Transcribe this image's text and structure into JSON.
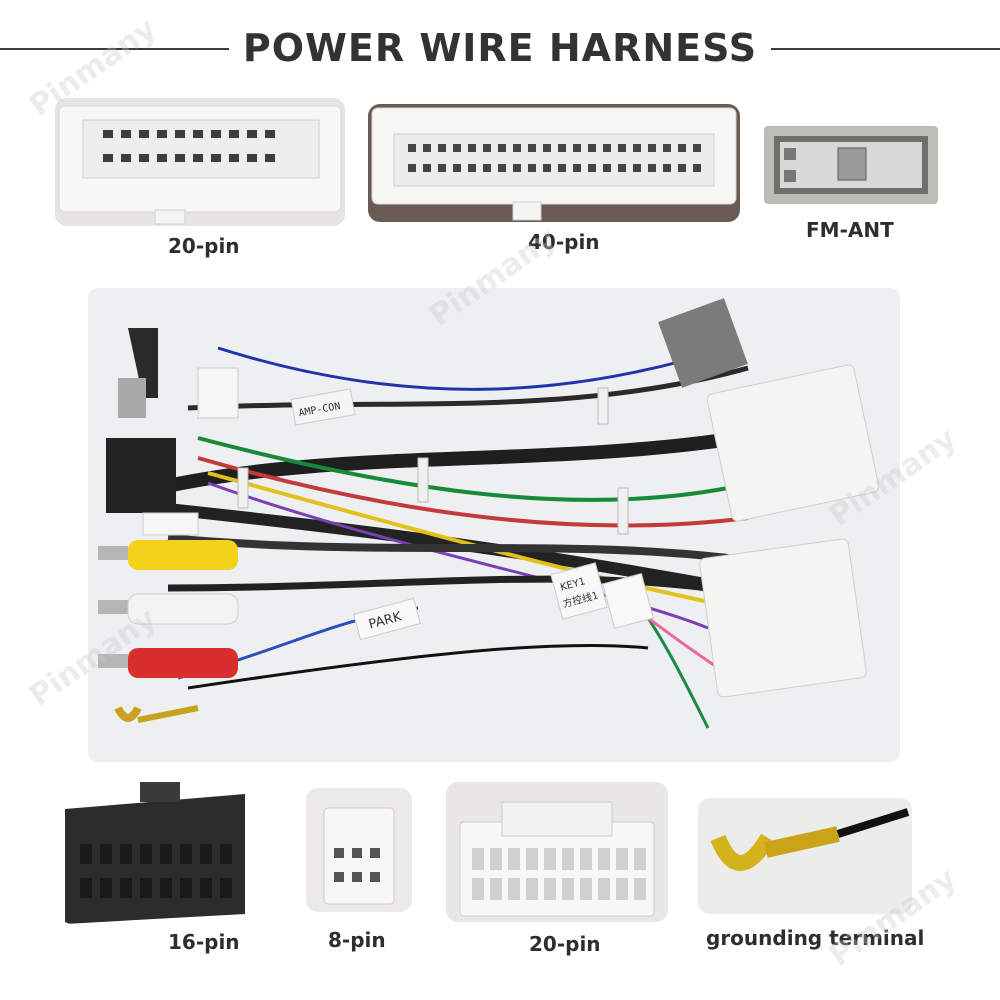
{
  "header": {
    "title": "POWER WIRE HARNESS"
  },
  "top_connectors": [
    {
      "label": "20-pin"
    },
    {
      "label": "40-pin"
    },
    {
      "label": "FM-ANT"
    }
  ],
  "main_harness": {
    "tags": [
      "AMP-CON",
      "PARK",
      "KEY1",
      "方控线1"
    ]
  },
  "bottom_connectors": [
    {
      "label": "16-pin"
    },
    {
      "label": "8-pin"
    },
    {
      "label": "20-pin"
    },
    {
      "label": "grounding terminal"
    }
  ],
  "watermark": "Pinmany",
  "colors": {
    "title_text": "#333333",
    "connector_white": "#f4f4f2",
    "background_photo": "#eeeff1"
  }
}
